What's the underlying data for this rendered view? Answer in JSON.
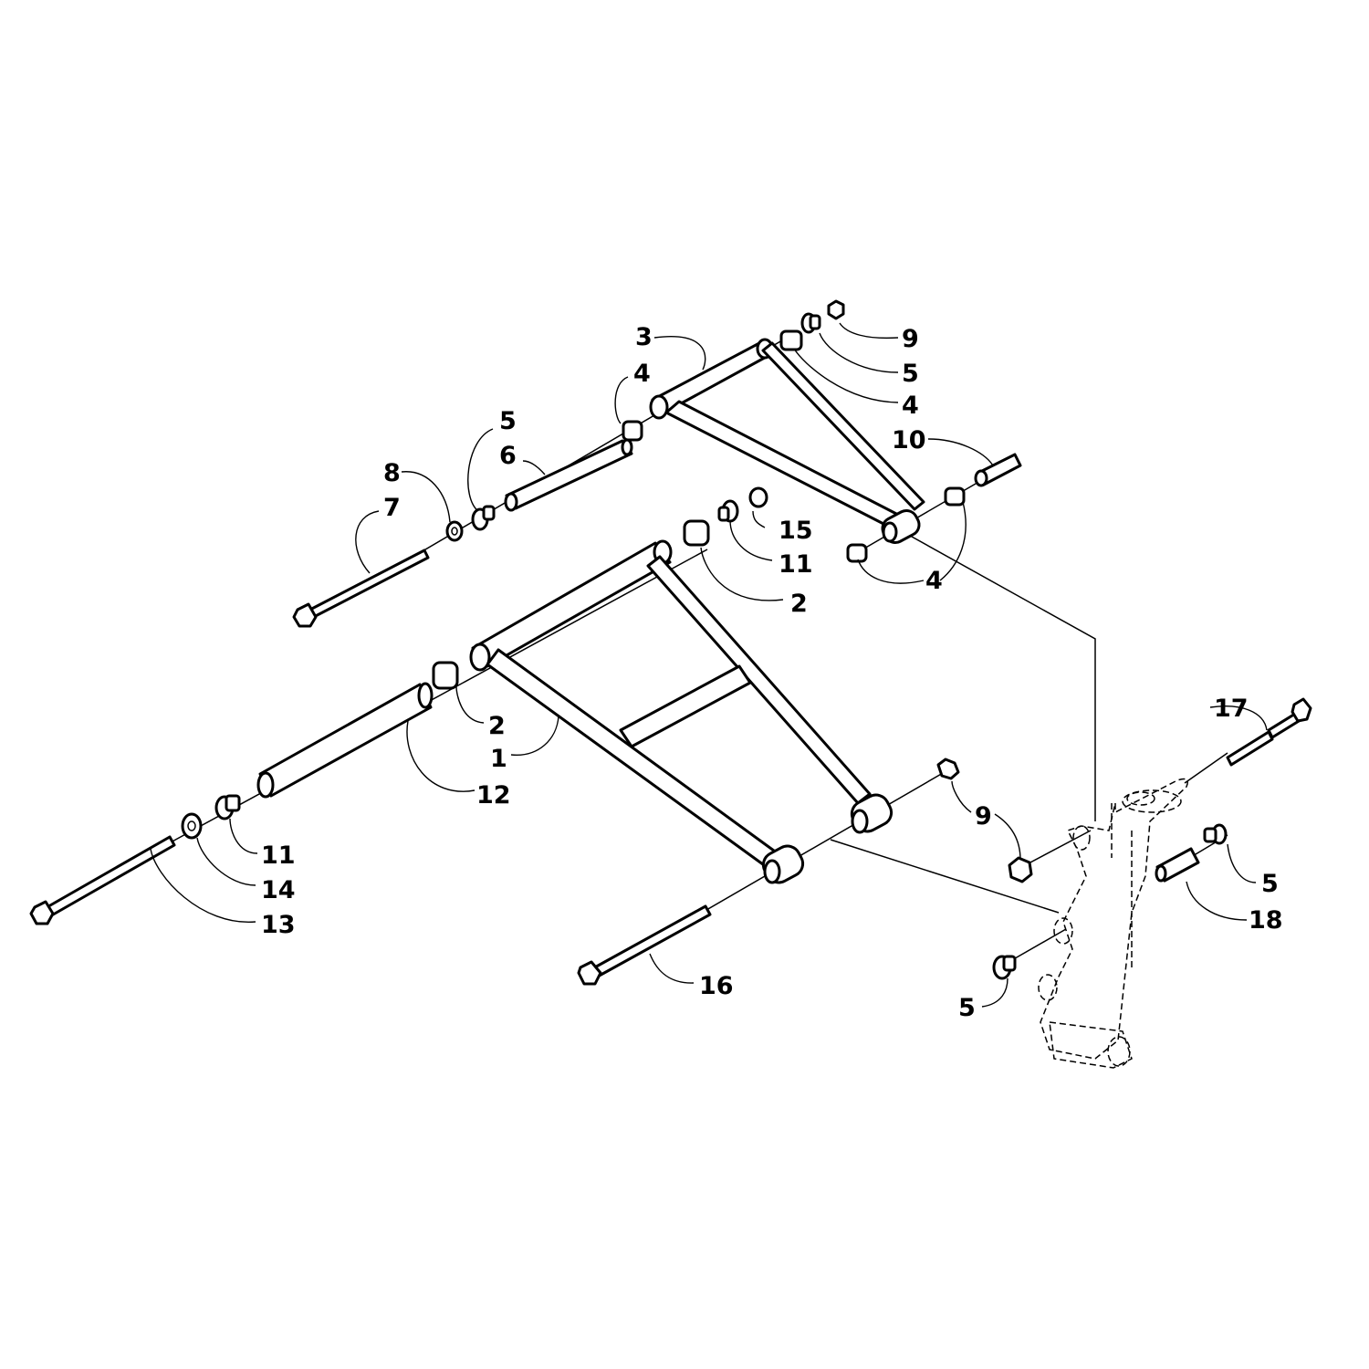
{
  "diagram": {
    "callouts": [
      {
        "id": "c3",
        "text": "3"
      },
      {
        "id": "c4a",
        "text": "4"
      },
      {
        "id": "c5a",
        "text": "5"
      },
      {
        "id": "c6",
        "text": "6"
      },
      {
        "id": "c8",
        "text": "8"
      },
      {
        "id": "c7",
        "text": "7"
      },
      {
        "id": "c9a",
        "text": "9"
      },
      {
        "id": "c5b",
        "text": "5"
      },
      {
        "id": "c4b",
        "text": "4"
      },
      {
        "id": "c10",
        "text": "10"
      },
      {
        "id": "c15",
        "text": "15"
      },
      {
        "id": "c11a",
        "text": "11"
      },
      {
        "id": "c2a",
        "text": "2"
      },
      {
        "id": "c4c",
        "text": "4"
      },
      {
        "id": "c2b",
        "text": "2"
      },
      {
        "id": "c1",
        "text": "1"
      },
      {
        "id": "c12",
        "text": "12"
      },
      {
        "id": "c11b",
        "text": "11"
      },
      {
        "id": "c14",
        "text": "14"
      },
      {
        "id": "c13",
        "text": "13"
      },
      {
        "id": "c16",
        "text": "16"
      },
      {
        "id": "c9b",
        "text": "9"
      },
      {
        "id": "c17",
        "text": "17"
      },
      {
        "id": "c5c",
        "text": "5"
      },
      {
        "id": "c18",
        "text": "18"
      },
      {
        "id": "c5d",
        "text": "5"
      }
    ]
  }
}
